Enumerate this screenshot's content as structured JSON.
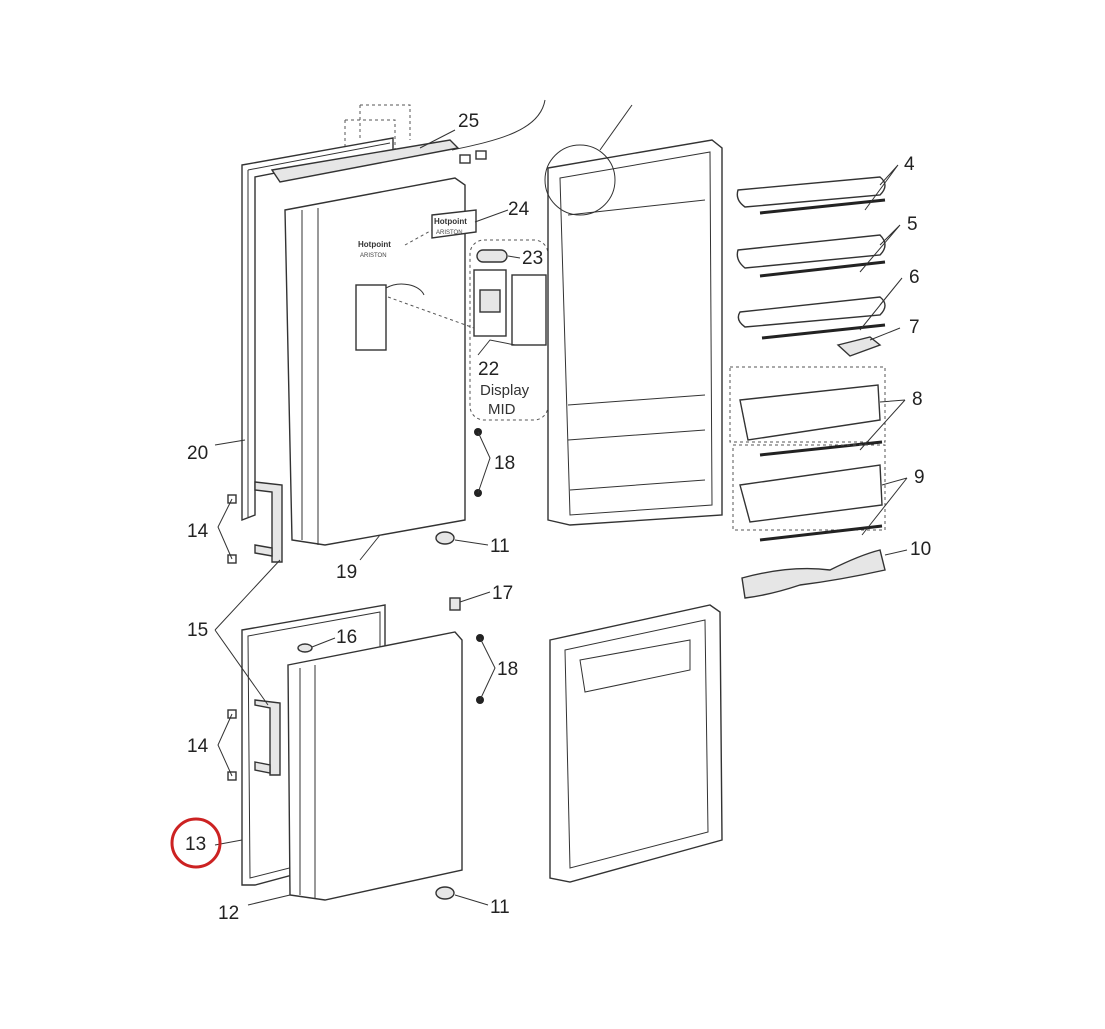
{
  "diagram": {
    "labels": {
      "l4": "4",
      "l5": "5",
      "l6": "6",
      "l7": "7",
      "l8": "8",
      "l9": "9",
      "l10": "10",
      "l11a": "11",
      "l11b": "11",
      "l12": "12",
      "l13": "13",
      "l14a": "14",
      "l14b": "14",
      "l15": "15",
      "l16": "16",
      "l17": "17",
      "l18a": "18",
      "l18b": "18",
      "l19": "19",
      "l20": "20",
      "l22": "22",
      "l23": "23",
      "l24": "24",
      "l25": "25"
    },
    "display_group": {
      "line1": "Display",
      "line2": "MID"
    },
    "logo": {
      "brand": "Hotpoint",
      "sub": "ARISTON"
    },
    "highlight": {
      "part": "13",
      "color": "#cc2222"
    }
  }
}
